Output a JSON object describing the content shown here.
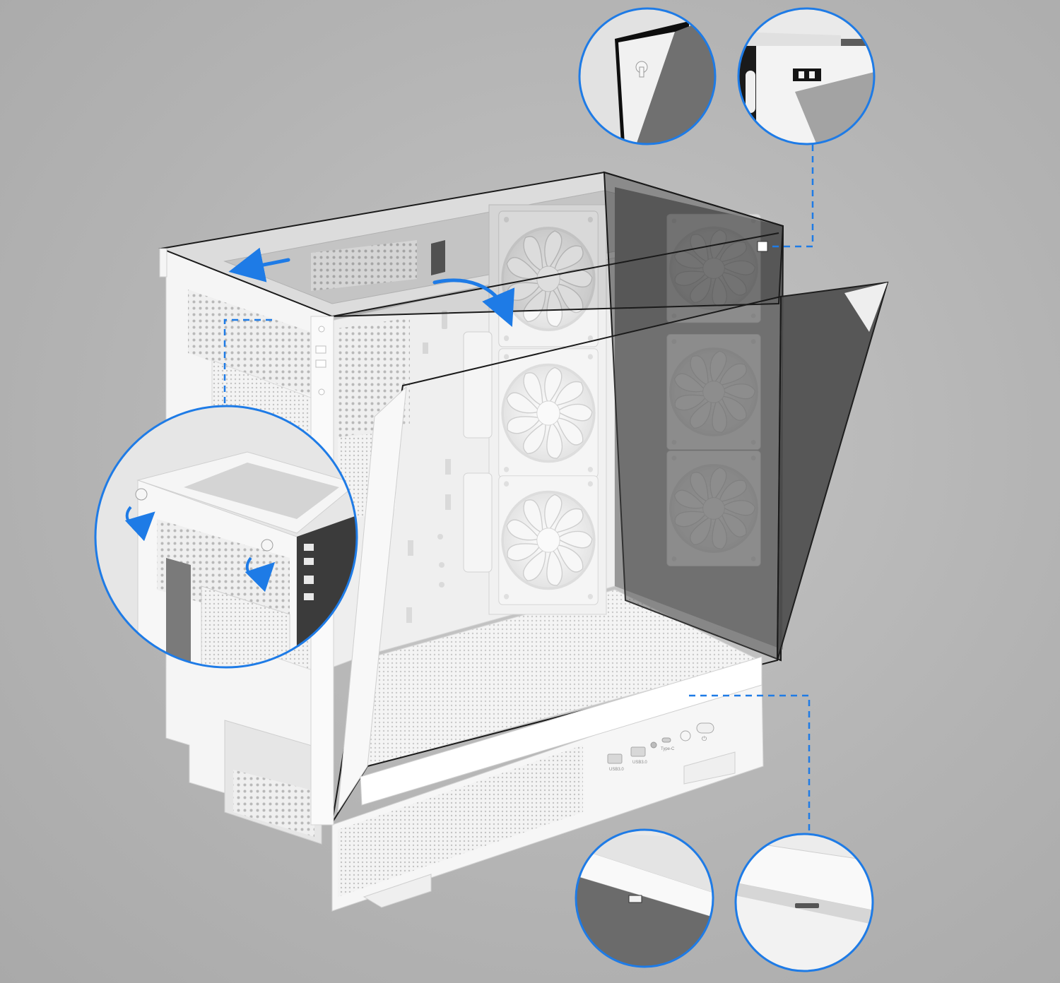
{
  "colors": {
    "background": "#b8b8b8",
    "case_white": "#f2f2f2",
    "glass_tint": "#3a3a3a",
    "accent_blue": "#1e7be6",
    "callout_border": "#1e7be6"
  },
  "front_io": {
    "usb_a_1_label": "USB3.0",
    "usb_a_2_label": "USB3.0",
    "type_c_label": "Type-C"
  },
  "fans": {
    "count_front": 3,
    "count_rear_side": 3
  },
  "callouts": [
    {
      "id": "top-left-glass-pin",
      "icon": "glass-pin-detail"
    },
    {
      "id": "top-right-latch",
      "icon": "latch-detail"
    },
    {
      "id": "rear-thumbscrews",
      "icon": "thumbscrew-detail"
    },
    {
      "id": "bottom-left-glass-edge",
      "icon": "glass-edge-detail"
    },
    {
      "id": "bottom-right-slot",
      "icon": "slot-detail"
    }
  ]
}
